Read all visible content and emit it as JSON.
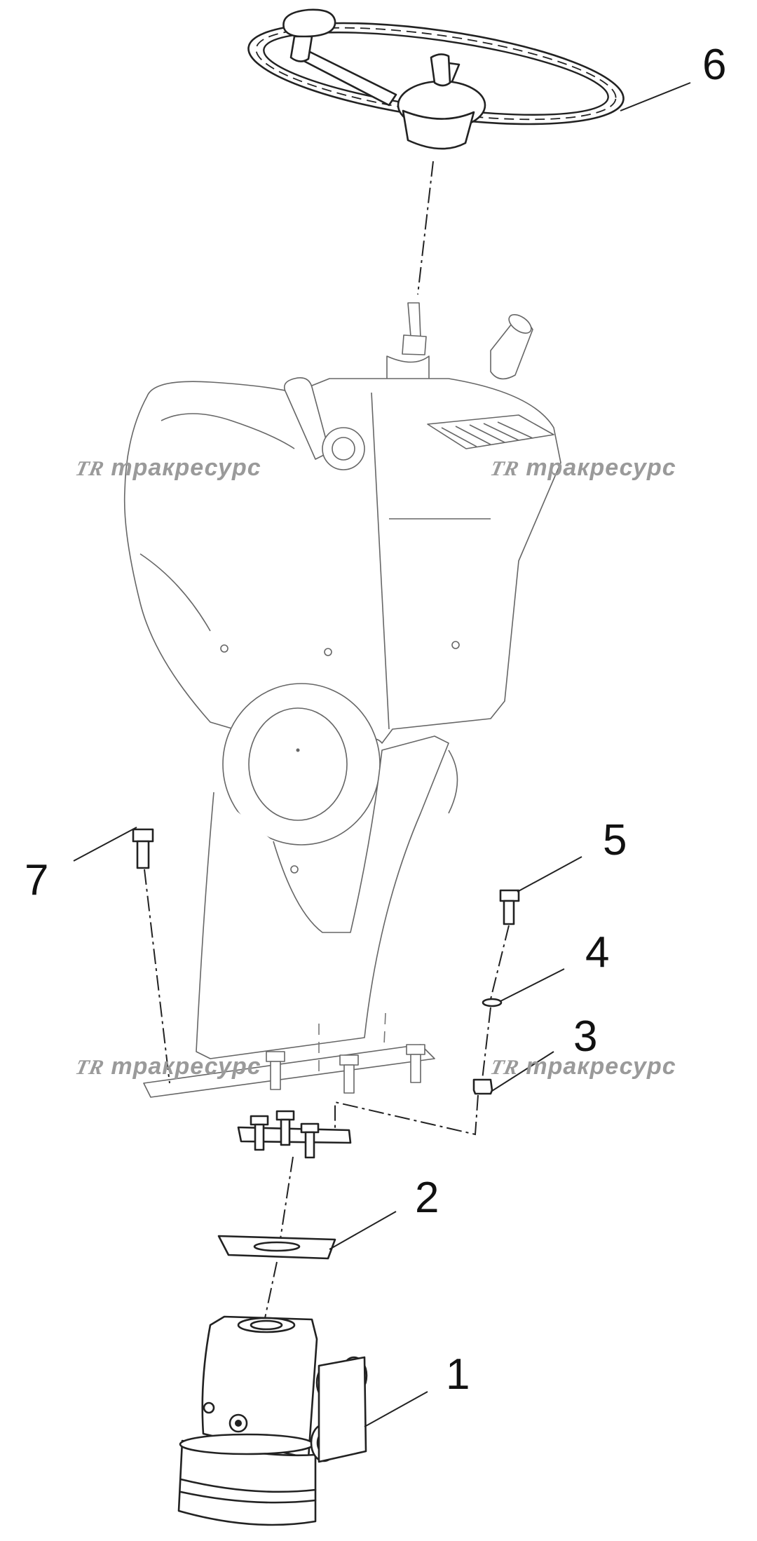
{
  "callouts": [
    {
      "id": "6",
      "label": "6"
    },
    {
      "id": "5",
      "label": "5"
    },
    {
      "id": "7",
      "label": "7"
    },
    {
      "id": "4",
      "label": "4"
    },
    {
      "id": "3",
      "label": "3"
    },
    {
      "id": "2",
      "label": "2"
    },
    {
      "id": "1",
      "label": "1"
    }
  ],
  "watermark": {
    "logo": "ТR",
    "text": "тракресурс"
  },
  "colors": {
    "line": "#222222",
    "housing_line": "#666666",
    "watermark": "#9a9a9a"
  }
}
